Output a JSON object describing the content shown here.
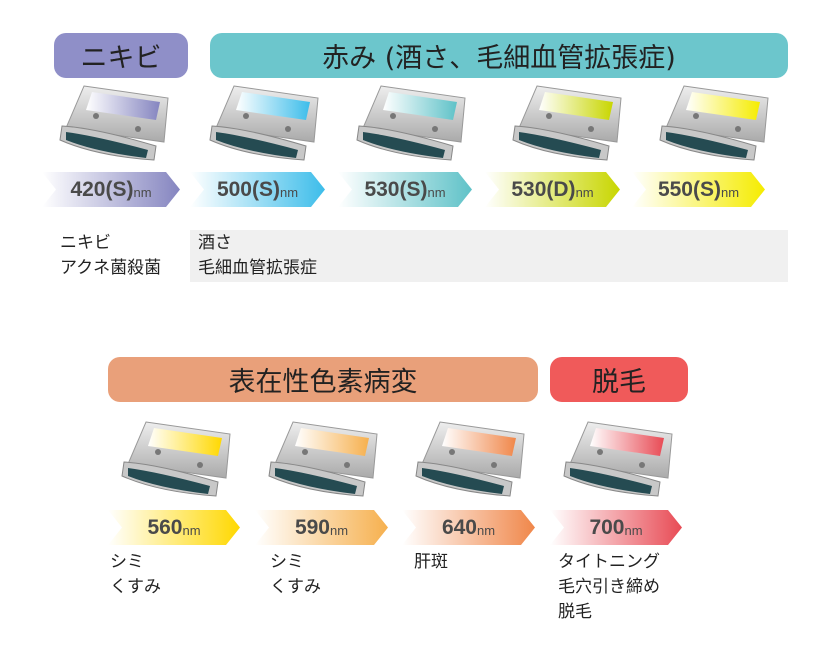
{
  "headers": {
    "acne": "ニキビ",
    "redness": "赤み (酒さ、毛細血管拡張症)",
    "pigment": "表在性色素病変",
    "hair": "脱毛"
  },
  "colors": {
    "acne": "#8f8fc8",
    "redness": "#6cc6cc",
    "pigment": "#e9a07a",
    "hair": "#f05a5a"
  },
  "filters": [
    {
      "label": "420(S)",
      "unit": "nm",
      "color": "#8585c0"
    },
    {
      "label": "500(S)",
      "unit": "nm",
      "color": "#3dbdea"
    },
    {
      "label": "530(S)",
      "unit": "nm",
      "color": "#5fc2c8"
    },
    {
      "label": "530(D)",
      "unit": "nm",
      "color": "#c8d600"
    },
    {
      "label": "550(S)",
      "unit": "nm",
      "color": "#f5ec00"
    },
    {
      "label": "560",
      "unit": "nm",
      "color": "#ffd800"
    },
    {
      "label": "590",
      "unit": "nm",
      "color": "#f6b04e"
    },
    {
      "label": "640",
      "unit": "nm",
      "color": "#f0874a"
    },
    {
      "label": "700",
      "unit": "nm",
      "color": "#e84b55"
    }
  ],
  "descriptions": {
    "acne": [
      "ニキビ",
      "アクネ菌殺菌"
    ],
    "redness": [
      "酒さ",
      "毛細血管拡張症"
    ],
    "d560": [
      "シミ",
      "くすみ"
    ],
    "d590": [
      "シミ",
      "くすみ"
    ],
    "d640": [
      "肝斑"
    ],
    "d700": [
      "タイトニング",
      "毛穴引き締め",
      "脱毛"
    ]
  }
}
